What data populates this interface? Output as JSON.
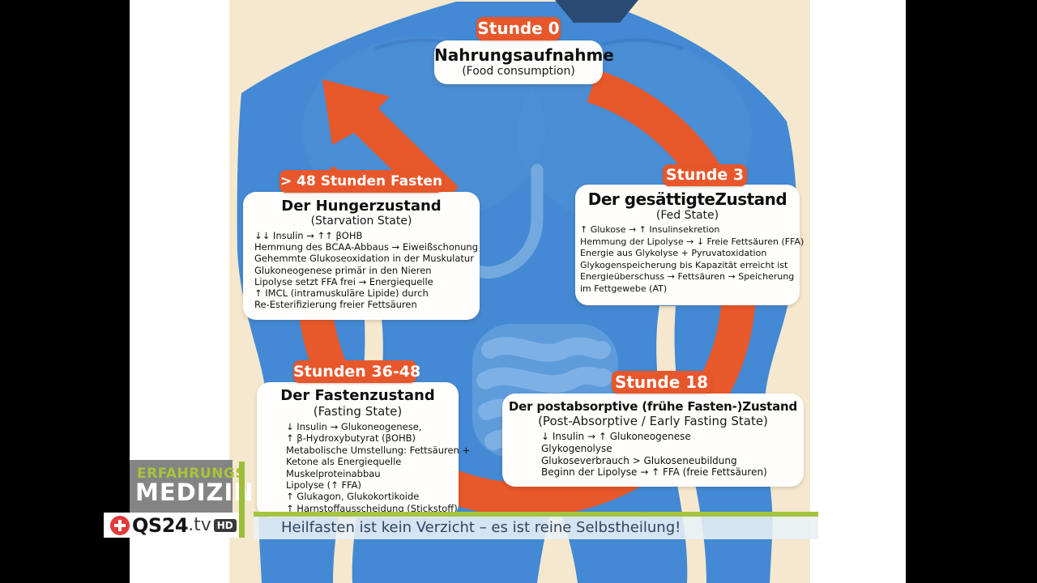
{
  "stages": [
    {
      "badge": "Stunde 0",
      "title": "Nahrungsaufnahme",
      "subtitle": "(Food consumption)",
      "lines": []
    },
    {
      "badge": "Stunde 3",
      "title": "Der gesättigteZustand",
      "subtitle": "(Fed State)",
      "lines": [
        "↑ Glukose → ↑ Insulinsekretion",
        "Hemmung der Lipolyse → ↓ Freie Fettsäuren (FFA)",
        "Energie aus Glykolyse + Pyruvatoxidation",
        "Glykogenspeicherung bis Kapazität erreicht ist",
        "Energieüberschuss → Fettsäuren → Speicherung",
        "im Fettgewebe (AT)"
      ]
    },
    {
      "badge": "Stunde 18",
      "title": "Der postabsorptive (frühe Fasten-)Zustand",
      "subtitle": "(Post-Absorptive / Early Fasting State)",
      "lines": [
        "↓ Insulin → ↑ Glukoneogenese",
        "Glykogenolyse",
        "Glukoseverbrauch > Glukoseneubildung",
        "Beginn der Lipolyse → ↑ FFA (freie Fettsäuren)"
      ]
    },
    {
      "badge": "Stunden 36-48",
      "title": "Der Fastenzustand",
      "subtitle": "(Fasting State)",
      "lines": [
        "↓ Insulin → Glukoneogenese,",
        "↑ β-Hydroxybutyrat (βOHB)",
        "Metabolische Umstellung: Fettsäuren +",
        "Ketone als Energiequelle",
        "Muskelproteinabbau",
        "Lipolyse (↑ FFA)",
        "↑ Glukagon, Glukokortikoide",
        "↑ Harnstoffausscheidung (Stickstoff)"
      ]
    },
    {
      "badge": "> 48 Stunden Fasten",
      "title": "Der Hungerzustand",
      "subtitle": "(Starvation State)",
      "lines": [
        "↓↓ Insulin → ↑↑ βOHB",
        "Hemmung des BCAA-Abbaus → Eiweißschonung",
        "Gehemmte Glukoseoxidation in der Muskulatur",
        "Glukoneogenese primär in den Nieren",
        "Lipolyse setzt FFA frei → Energiequelle",
        "↑ IMCL (intramuskuläre Lipide) durch",
        "Re-Esterifizierung freier Fettsäuren"
      ]
    }
  ],
  "caption": "Heilfasten ist kein Verzicht – es ist reine Selbstheilung!",
  "logo": {
    "line1": "ERFAHRUNGS",
    "line2": "MEDIZIN",
    "channel": "QS24",
    "tld": ".tv",
    "hd": "HD"
  },
  "colors": {
    "accent_orange": "#E7572B",
    "body_blue": "#4389D3",
    "background_beige": "#F5E8CF",
    "green_line": "#A4C43F",
    "logo_green": "#A9C43B",
    "qs24_red": "#E23B3B",
    "caption_text": "#31445C"
  }
}
